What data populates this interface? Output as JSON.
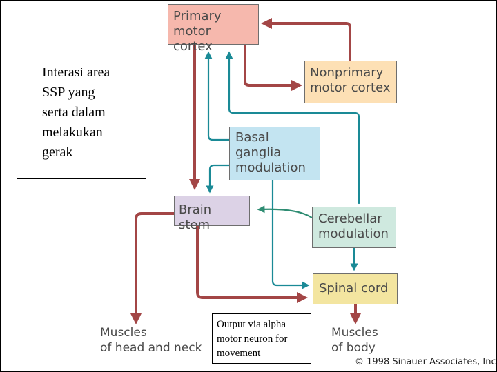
{
  "colors": {
    "motor_path": "#a34646",
    "modulation_path": "#1a8a96",
    "cerebellar_path": "#2e8c72",
    "primary_fill": "#f6b8ad",
    "nonprimary_fill": "#fde0b5",
    "basal_fill": "#c3e4f1",
    "brainstem_fill": "#dcd2e6",
    "cerebellar_fill": "#cfe9df",
    "spinal_fill": "#f3e5a0"
  },
  "diagram": {
    "primary_motor_cortex": [
      "Primary",
      "motor cortex"
    ],
    "nonprimary_motor_cortex": [
      "Nonprimary",
      "motor cortex"
    ],
    "basal_ganglia": [
      "Basal",
      "ganglia",
      "modulation"
    ],
    "brain_stem": [
      "Brain stem"
    ],
    "cerebellar_modulation": [
      "Cerebellar",
      "modulation"
    ],
    "spinal_cord": [
      "Spinal cord"
    ],
    "muscles_head_neck": [
      "Muscles",
      "of head and neck"
    ],
    "muscles_body": [
      "Muscles",
      "of body"
    ]
  },
  "notes": {
    "main": [
      "Interasi area",
      "SSP yang",
      "serta dalam",
      "melakukan",
      "gerak"
    ],
    "output": [
      "Output via alpha",
      "motor neuron for",
      "movement"
    ]
  },
  "copyright": "© 1998 Sinauer Associates, Inc."
}
